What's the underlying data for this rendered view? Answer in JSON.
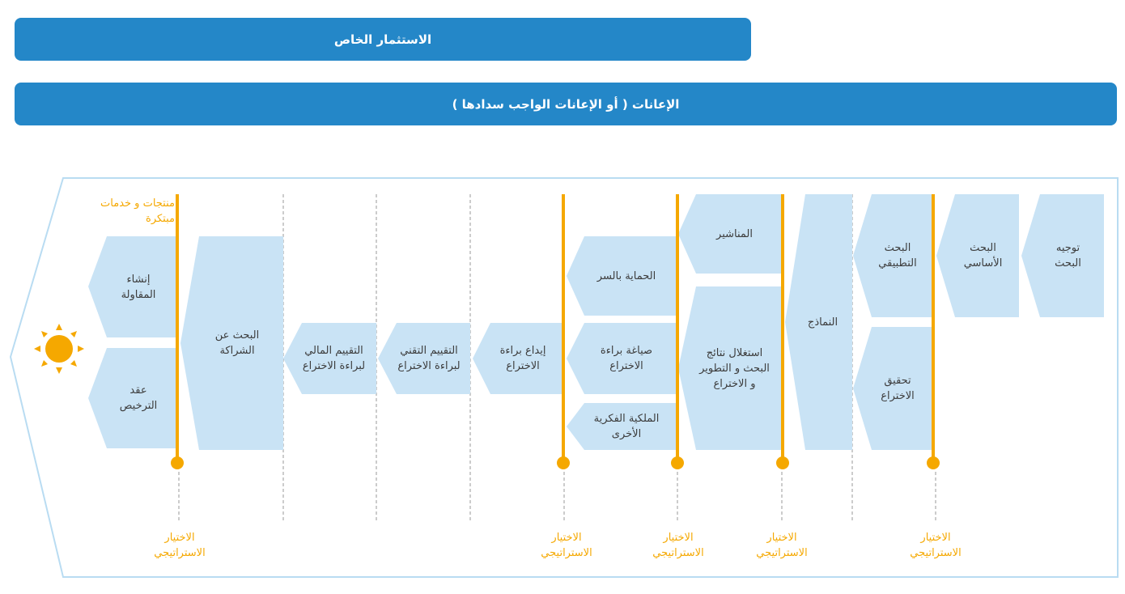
{
  "banners": {
    "private_investment": "الاستثمار الخاص",
    "grants": "الإعانات ( أو الإعانات الواجب سدادها )"
  },
  "colors": {
    "banner": "#2487c8",
    "box_fill": "#c9e3f5",
    "frame": "#b9dcf2",
    "accent": "#f5a800",
    "sun": "#f5a800"
  },
  "stages": {
    "research_direction": [
      "توجيه",
      "البحث"
    ],
    "basic_research": [
      "البحث",
      "الأساسي"
    ],
    "applied_research": [
      "البحث",
      "التطبيقي"
    ],
    "invention_verification": [
      "تحقيق",
      "الاختراع"
    ],
    "models": [
      "النماذج"
    ],
    "publications": [
      "المناشير"
    ],
    "exploit_results": [
      "استغلال نتائج",
      "البحث و التطوير",
      "و الاختراع"
    ],
    "secret_protection": [
      "الحماية بالسر"
    ],
    "patent_drafting": [
      "صياغة براءة",
      "الاختراع"
    ],
    "other_ip": [
      "الملكية الفكرية",
      "الأخرى"
    ],
    "patent_filing": [
      "إيداع براءة",
      "الاختراع"
    ],
    "technical_evaluation": [
      "التقييم التقني",
      "لبراءة الاختراع"
    ],
    "financial_evaluation": [
      "التقييم المالي",
      "لبراءة الاختراع"
    ],
    "partnership_search": [
      "البحث عن",
      "الشراكة"
    ],
    "enterprise_creation": [
      "إنشاء",
      "المقاولة"
    ],
    "license_contract": [
      "عقد",
      "الترخيص"
    ]
  },
  "outcome": [
    "منتجات و خدمات",
    "مبتكرة"
  ],
  "strategic_choice": [
    "الاختيار",
    "الاستراتيجي"
  ],
  "icons": {
    "sun": "sun-icon",
    "milestone": "milestone-dot-icon"
  }
}
